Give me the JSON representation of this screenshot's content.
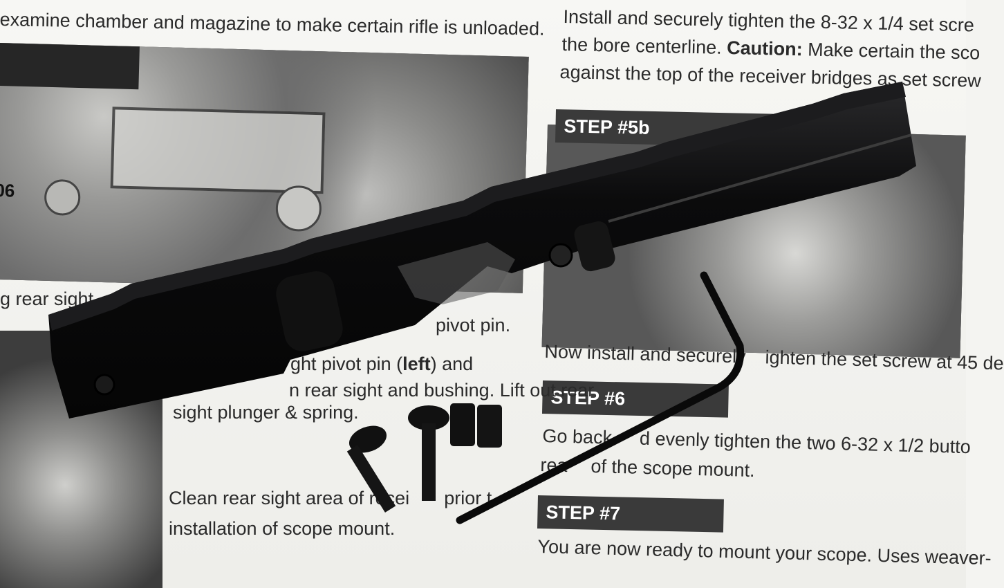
{
  "top_left_text": "examine chamber and magazine to make certain rifle is unloaded.",
  "top_right_line1": "Install and securely tighten the 8-32 x 1/4 set scre",
  "top_right_line2_a": "the bore centerline. ",
  "top_right_line2_caution": "Caution:",
  "top_right_line2_b": " Make certain the sco",
  "top_right_line3": "against the top of the receiver bridges as set screw",
  "step5b_label": "STEP #5b",
  "step6_label": "STEP #6",
  "step7_label": "STEP #7",
  "photo_label_06": "06",
  "left_mid_text": "g rear sight",
  "pivot_pin_text": "pivot pin.",
  "left_para_line1_a": "ght pivot pin (",
  "left_para_line1_bold": "left",
  "left_para_line1_b": ") and",
  "left_para_line2": "n rear sight and bushing. Lift out rear",
  "left_para_line3": "sight plunger & spring.",
  "clean_line1_a": "Clean rear sight area of recei",
  "clean_line1_b": "prior t",
  "clean_line2": "installation of scope mount.",
  "step5b_body": "Now install and securely",
  "step5b_body_b": "ighten the set screw at 45 de",
  "step6_body_line1_a": "Go back",
  "step6_body_line1_b": "d evenly tighten the two 6-32 x 1/2 butto",
  "step6_body_line2_a": "rea",
  "step6_body_line2_b": "of the scope mount.",
  "step7_body": "You are now ready to mount your scope. Uses weaver-",
  "colors": {
    "paper": "#f4f4f1",
    "step_bg": "#3a3a3a",
    "mount": "#0d0d0e",
    "text": "#2a2a2a"
  }
}
